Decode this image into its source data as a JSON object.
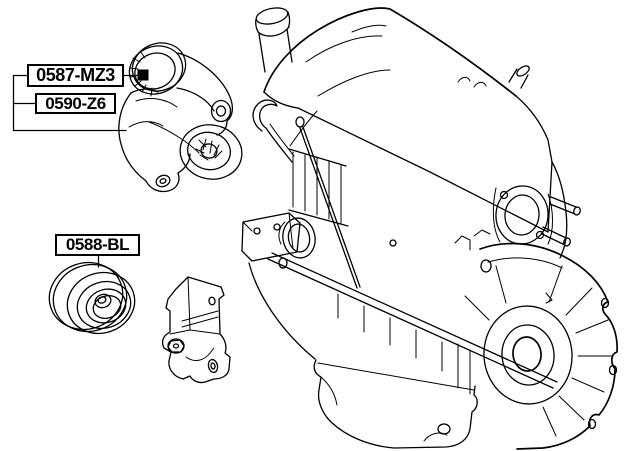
{
  "colors": {
    "background": "#ffffff",
    "line": "#000000",
    "marker": "#000000"
  },
  "labels": {
    "tensioner_pulley_code": "0587-MZ3",
    "tensioner_assembly_code": "0590-Z6",
    "idler_pulley_code": "0588-BL"
  }
}
